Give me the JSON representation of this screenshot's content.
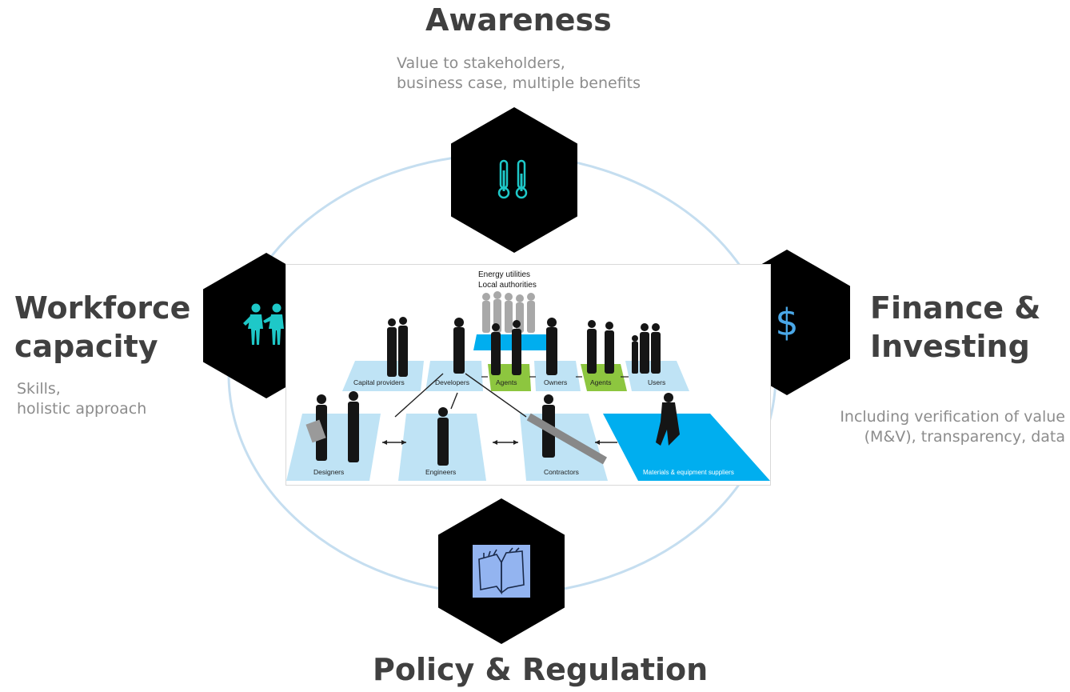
{
  "awareness": {
    "title": "Awareness",
    "line1": "Value to stakeholders,",
    "line2": "business case, multiple benefits",
    "icon": "thermometer-icon"
  },
  "workforce": {
    "title_line1": "Workforce",
    "title_line2": "capacity",
    "line1": "Skills,",
    "line2": "holistic approach",
    "icon": "people-icon"
  },
  "finance": {
    "title_line1": "Finance &",
    "title_line2": "Investing",
    "line1": "Including verification of value",
    "line2": "(M&V), transparency, data",
    "icon": "dollar-icon"
  },
  "policy": {
    "title": "Policy & Regulation",
    "icon": "book-icon"
  },
  "stakeholder_map": {
    "top_line1": "Energy utilities",
    "top_line2": "Local authorities",
    "row1": [
      "Capital providers",
      "Developers",
      "Agents",
      "Owners",
      "Agents",
      "Users"
    ],
    "row2": [
      "Designers",
      "Engineers",
      "Contractors",
      "Materials & equipment suppliers"
    ]
  },
  "colors": {
    "hexagon": "#000000",
    "icon_teal": "#1ec8c8",
    "icon_blue": "#4aa8e8",
    "ellipse": "#c5def0",
    "tile_light": "#bfe3f5",
    "tile_green": "#8dc63f",
    "tile_cyan": "#00aeef",
    "book_bg": "#93b4f0"
  }
}
